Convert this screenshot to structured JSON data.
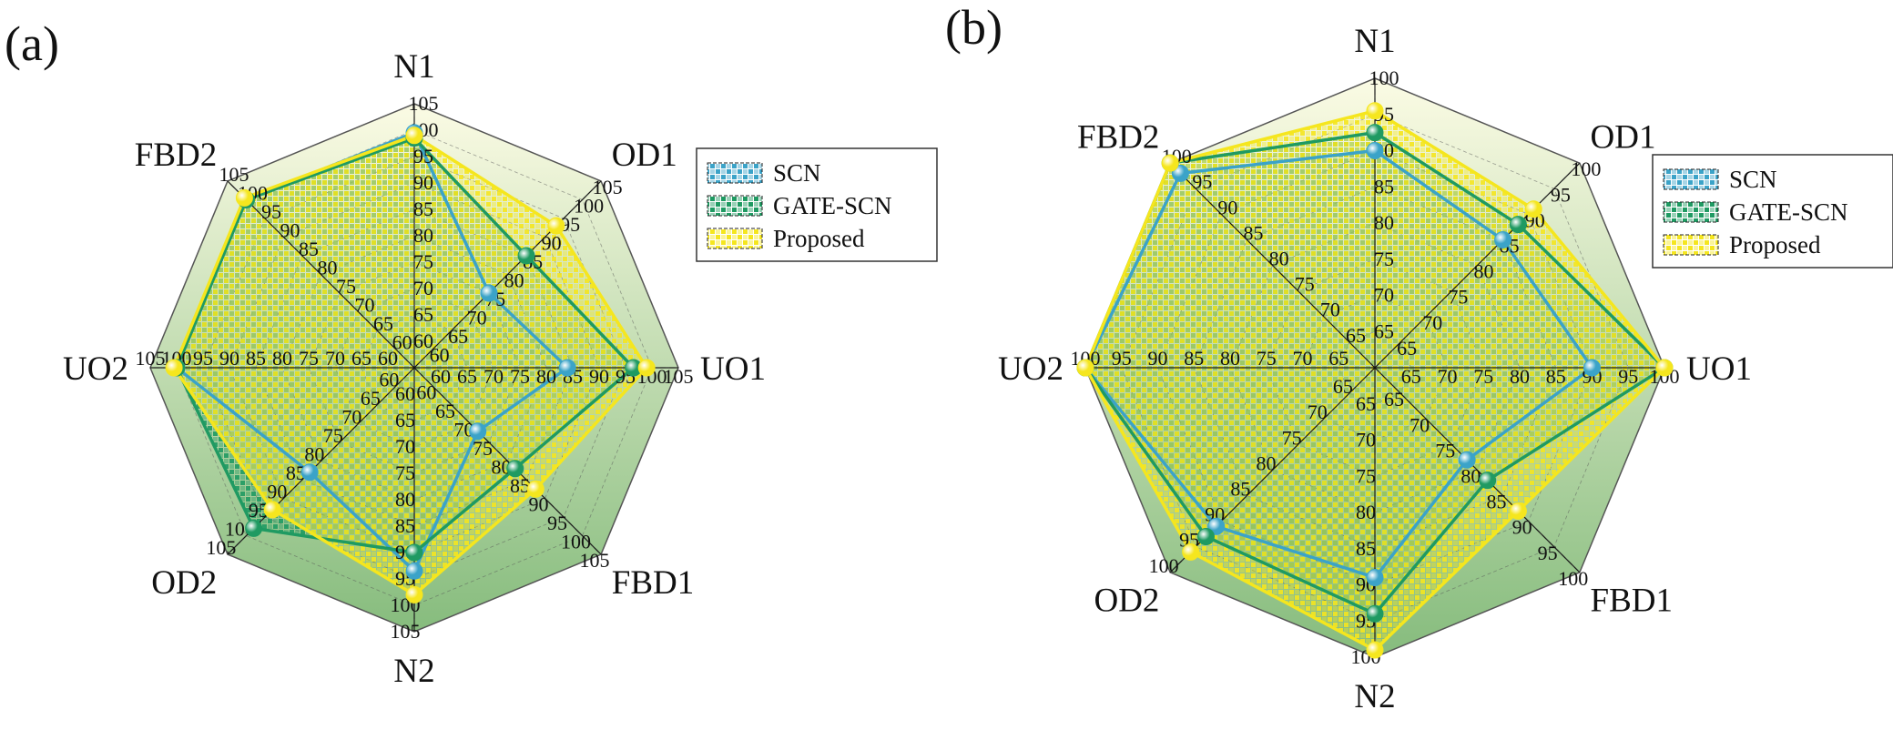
{
  "panels": [
    "(a)",
    "(b)"
  ],
  "colors": {
    "SCN": "#3ba3c8",
    "GATE-SCN": "#1f9a62",
    "Proposed": "#f5e61e",
    "grid": "#555555",
    "bg_light": "#fbfbe4",
    "bg_dark": "#86bc7d"
  },
  "chart_data": [
    {
      "type": "radar",
      "panel": "(a)",
      "axes": [
        "N1",
        "OD1",
        "UO1",
        "FBD1",
        "N2",
        "OD2",
        "UO2",
        "FBD2"
      ],
      "rmin": 55,
      "axis_max": [
        105,
        105,
        105,
        105,
        105,
        105,
        105,
        105
      ],
      "tick_labels": [
        [
          "60",
          "65",
          "70",
          "75",
          "80",
          "85",
          "90",
          "95",
          "100",
          "105"
        ],
        [
          "60",
          "65",
          "70",
          "75",
          "80",
          "85",
          "90",
          "95",
          "100",
          "105"
        ],
        [
          "60",
          "65",
          "70",
          "75",
          "80",
          "85",
          "90",
          "95",
          "100",
          "105"
        ],
        [
          "60",
          "65",
          "70",
          "75",
          "80",
          "85",
          "90",
          "95",
          "100",
          "105"
        ],
        [
          "60",
          "65",
          "70",
          "75",
          "80",
          "85",
          "90",
          "95",
          "100",
          "105"
        ],
        [
          "60",
          "65",
          "70",
          "75",
          "80",
          "85",
          "90",
          "95",
          "100",
          "105"
        ],
        [
          "60",
          "65",
          "70",
          "75",
          "80",
          "85",
          "90",
          "95",
          "100",
          "105"
        ],
        [
          "60",
          "65",
          "70",
          "75",
          "80",
          "85",
          "90",
          "95",
          "100",
          "105"
        ]
      ],
      "legend": [
        "SCN",
        "GATE-SCN",
        "Proposed"
      ],
      "series": [
        {
          "name": "SCN",
          "values": [
            99.5,
            75,
            84,
            72,
            93.5,
            83,
            100,
            100
          ]
        },
        {
          "name": "GATE-SCN",
          "values": [
            98.5,
            85,
            96.5,
            82,
            90,
            98,
            100,
            100
          ]
        },
        {
          "name": "Proposed",
          "values": [
            99,
            93,
            99,
            87.5,
            98,
            93,
            100.5,
            100.5
          ]
        }
      ]
    },
    {
      "type": "radar",
      "panel": "(b)",
      "axes": [
        "N1",
        "OD1",
        "UO1",
        "FBD1",
        "N2",
        "OD2",
        "UO2",
        "FBD2"
      ],
      "rmin": 60,
      "axis_max": [
        100,
        100,
        100,
        100,
        100,
        100,
        100,
        100
      ],
      "tick_labels": [
        [
          "65",
          "70",
          "75",
          "80",
          "85",
          "90",
          "95",
          "100"
        ],
        [
          "65",
          "70",
          "75",
          "80",
          "85",
          "90",
          "95",
          "100"
        ],
        [
          "65",
          "70",
          "75",
          "80",
          "85",
          "90",
          "95",
          "100"
        ],
        [
          "65",
          "70",
          "75",
          "80",
          "85",
          "90",
          "95",
          "100"
        ],
        [
          "65",
          "70",
          "75",
          "80",
          "85",
          "90",
          "95",
          "100"
        ],
        [
          "65",
          "70",
          "75",
          "80",
          "85",
          "90",
          "95",
          "100"
        ],
        [
          "65",
          "70",
          "75",
          "80",
          "85",
          "90",
          "95",
          "100"
        ],
        [
          "65",
          "70",
          "75",
          "80",
          "85",
          "90",
          "95",
          "100"
        ]
      ],
      "legend": [
        "SCN",
        "GATE-SCN",
        "Proposed"
      ],
      "series": [
        {
          "name": "SCN",
          "values": [
            90,
            85,
            90,
            78,
            89,
            91,
            100,
            98
          ]
        },
        {
          "name": "GATE-SCN",
          "values": [
            92.5,
            88,
            100,
            82,
            94,
            93,
            100,
            100
          ]
        },
        {
          "name": "Proposed",
          "values": [
            95.5,
            91,
            100,
            88,
            99,
            96,
            100,
            100
          ]
        }
      ]
    }
  ]
}
